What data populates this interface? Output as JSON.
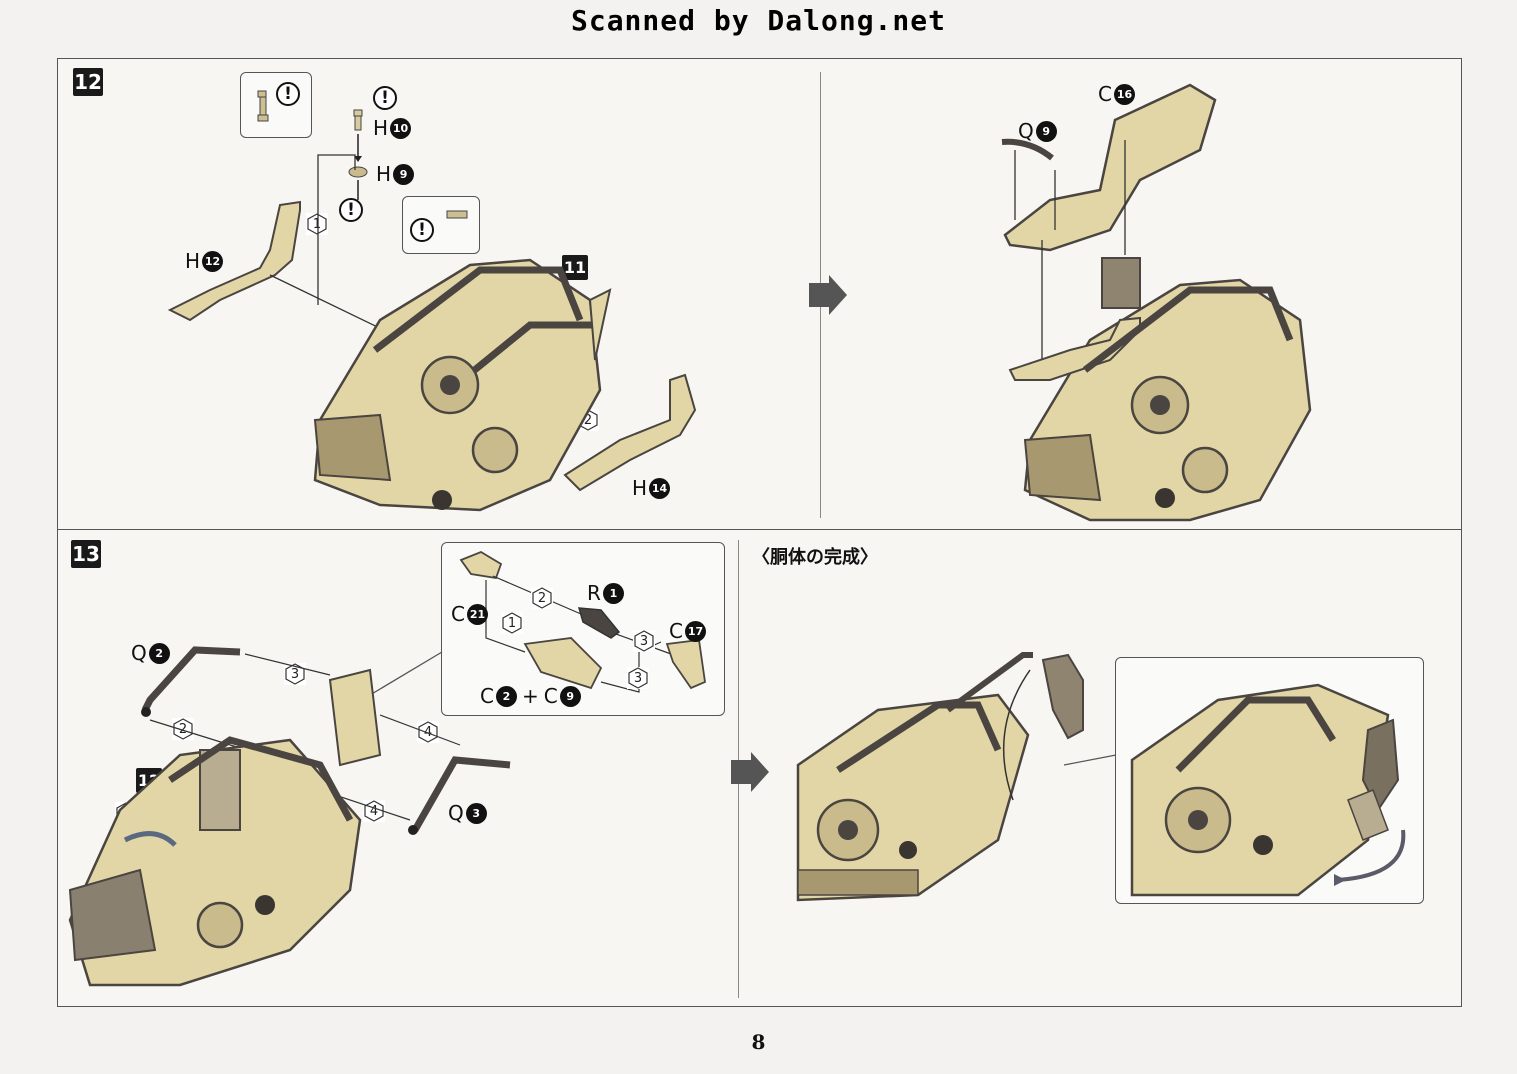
{
  "header": {
    "scan_credit": "Scanned by Dalong.net"
  },
  "steps": [
    {
      "number": "12",
      "ref_step": "11",
      "parts": [
        {
          "letter": "H",
          "num": "10"
        },
        {
          "letter": "H",
          "num": "9"
        },
        {
          "letter": "H",
          "num": "12"
        },
        {
          "letter": "H",
          "num": "14"
        },
        {
          "letter": "C",
          "num": "16"
        },
        {
          "letter": "Q",
          "num": "9"
        }
      ],
      "order_marks": [
        "1",
        "2"
      ],
      "caution_mark": "!"
    },
    {
      "number": "13",
      "ref_step": "12",
      "subtitle": "〈胴体の完成〉",
      "parts": [
        {
          "letter": "Q",
          "num": "2"
        },
        {
          "letter": "Q",
          "num": "3"
        },
        {
          "letter": "C",
          "num": "21"
        },
        {
          "letter": "R",
          "num": "1"
        },
        {
          "letter": "C",
          "num": "17"
        },
        {
          "combo": true,
          "left": {
            "letter": "C",
            "num": "2"
          },
          "op": "+",
          "right": {
            "letter": "C",
            "num": "9"
          }
        }
      ],
      "order_marks": [
        "1",
        "2",
        "3",
        "4"
      ]
    }
  ],
  "footer": {
    "page_number": "8"
  },
  "colors": {
    "part_tan": "#e2d6a6",
    "part_tan_dark": "#a89870",
    "frame_gray": "#4a4540",
    "ink": "#111111"
  }
}
